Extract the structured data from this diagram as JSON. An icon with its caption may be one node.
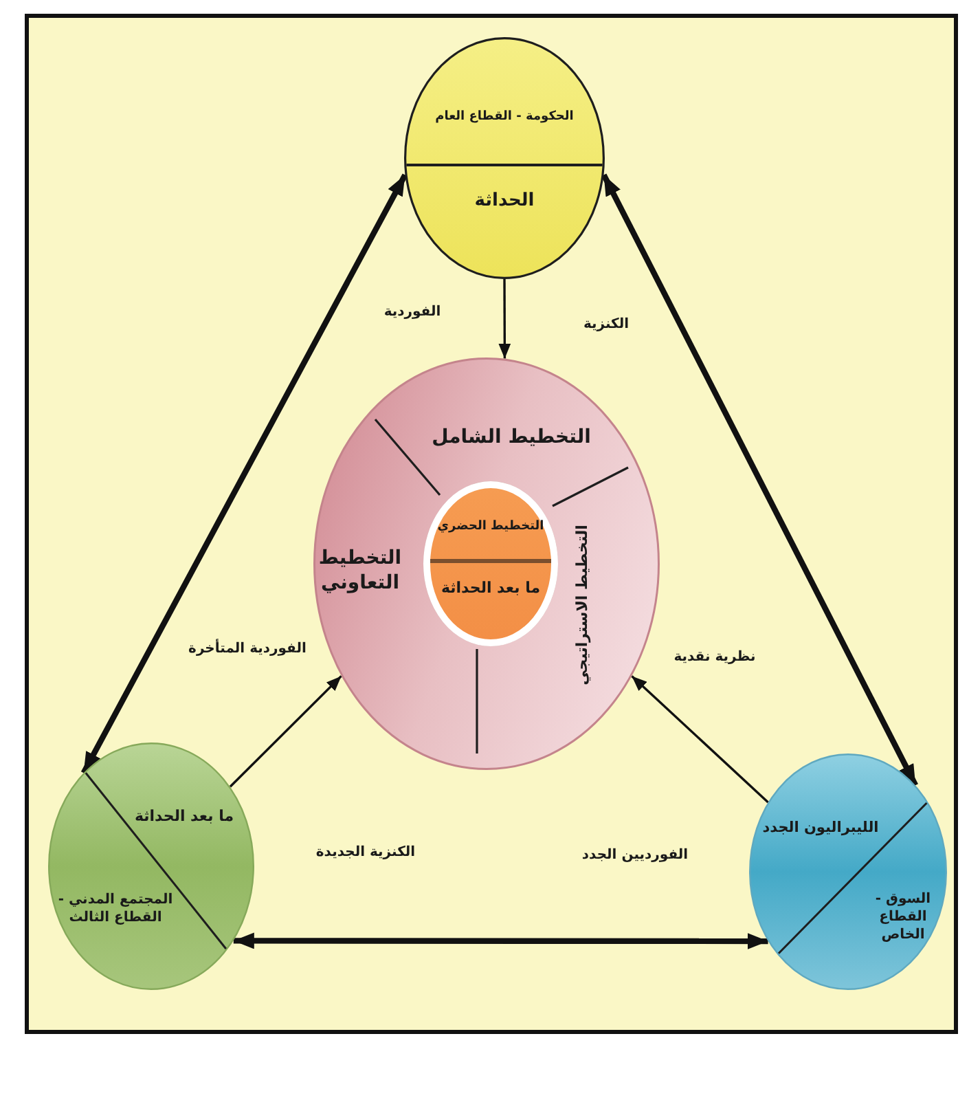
{
  "diagram": {
    "nodes": [
      {
        "text": [
          "الحكومة - القطاع العام",
          "الحداثة"
        ]
      },
      {
        "text": [
          "التخطيط الشامل",
          "التخطيط التعاوني",
          "التخطيط الاستراتيجي"
        ]
      },
      {
        "text": [
          "التخطيط الحضري",
          "ما بعد الحداثة"
        ],
        "in": 1
      },
      {
        "text": [
          "ما بعد الحداثة",
          "المجتمع المدني - القطاع الثالث"
        ]
      },
      {
        "text": [
          "الليبراليون الجدد",
          "السوق - القطاع الخاص"
        ]
      }
    ],
    "edges": [
      {
        "from": 0,
        "to": 1,
        "arrow": "to"
      },
      {
        "from": 0,
        "to": 3,
        "arrow": "both",
        "style": "thick"
      },
      {
        "from": 0,
        "to": 4,
        "arrow": "both",
        "style": "thick"
      },
      {
        "from": 3,
        "to": 4,
        "arrow": "both",
        "style": "thick"
      },
      {
        "from": 3,
        "to": 1,
        "arrow": "to"
      },
      {
        "from": 4,
        "to": 1,
        "arrow": "to"
      }
    ],
    "labels": [
      "الفوردية",
      "الكنزية",
      "الفوردية المتأخرة",
      "نظرية نقدية",
      "الكنزية الجديدة",
      "الفورديين الجدد"
    ]
  }
}
